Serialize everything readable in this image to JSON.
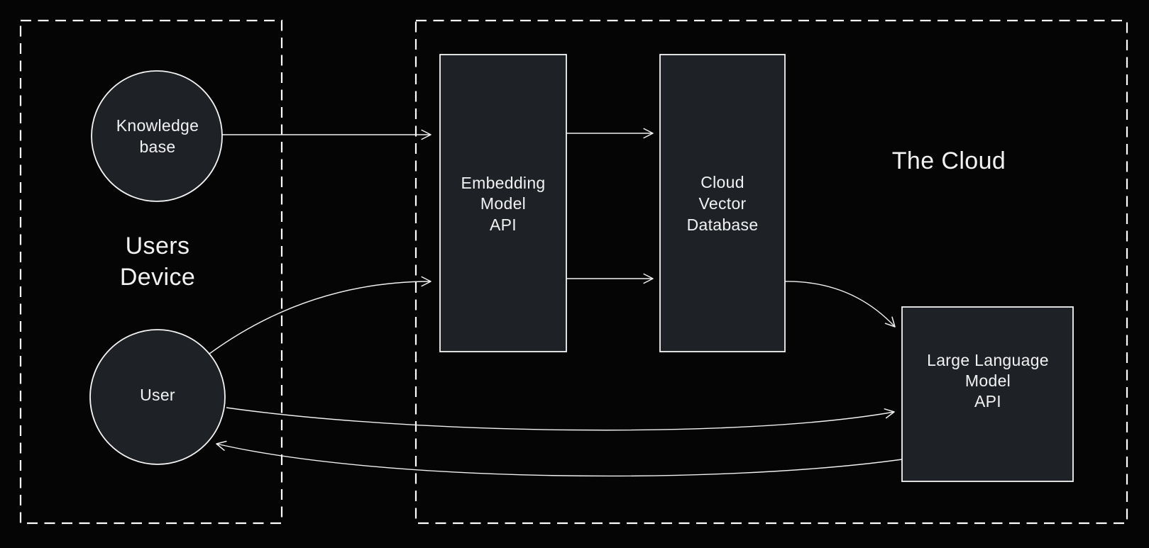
{
  "diagram": {
    "groups": {
      "users_device": {
        "lines": [
          "Users",
          "Device"
        ]
      },
      "the_cloud": {
        "lines": [
          "The Cloud"
        ]
      }
    },
    "nodes": {
      "knowledge_base": {
        "shape": "circle",
        "lines": [
          "Knowledge",
          "base"
        ]
      },
      "user": {
        "shape": "circle",
        "lines": [
          "User"
        ]
      },
      "embedding_model_api": {
        "shape": "rect",
        "lines": [
          "Embedding",
          "Model",
          "API"
        ]
      },
      "cloud_vector_database": {
        "shape": "rect",
        "lines": [
          "Cloud",
          "Vector",
          "Database"
        ]
      },
      "large_language_model_api": {
        "shape": "rect",
        "lines": [
          "Large Language",
          "Model",
          "API"
        ]
      }
    },
    "edges": [
      {
        "id": "knowledge-base-to-embedding-model",
        "from": "knowledge_base",
        "to": "embedding_model_api",
        "style": "straight"
      },
      {
        "id": "embedding-model-to-cloud-vector-top",
        "from": "embedding_model_api",
        "to": "cloud_vector_database",
        "style": "straight"
      },
      {
        "id": "user-to-embedding-model",
        "from": "user",
        "to": "embedding_model_api",
        "style": "curved"
      },
      {
        "id": "embedding-model-to-cloud-vector-bottom",
        "from": "embedding_model_api",
        "to": "cloud_vector_database",
        "style": "straight"
      },
      {
        "id": "cloud-vector-to-large-language-model",
        "from": "cloud_vector_database",
        "to": "large_language_model_api",
        "style": "curved"
      },
      {
        "id": "user-to-large-language-model",
        "from": "user",
        "to": "large_language_model_api",
        "style": "curved"
      },
      {
        "id": "large-language-model-to-user",
        "from": "large_language_model_api",
        "to": "user",
        "style": "curved"
      }
    ],
    "colors": {
      "background": "#050505",
      "node_fill": "#1e2126",
      "node_stroke": "#f5f5f5",
      "edge_stroke": "#f1f1f1",
      "dashed_border": "#fdfdfd",
      "text": "#f2f2f2"
    }
  }
}
